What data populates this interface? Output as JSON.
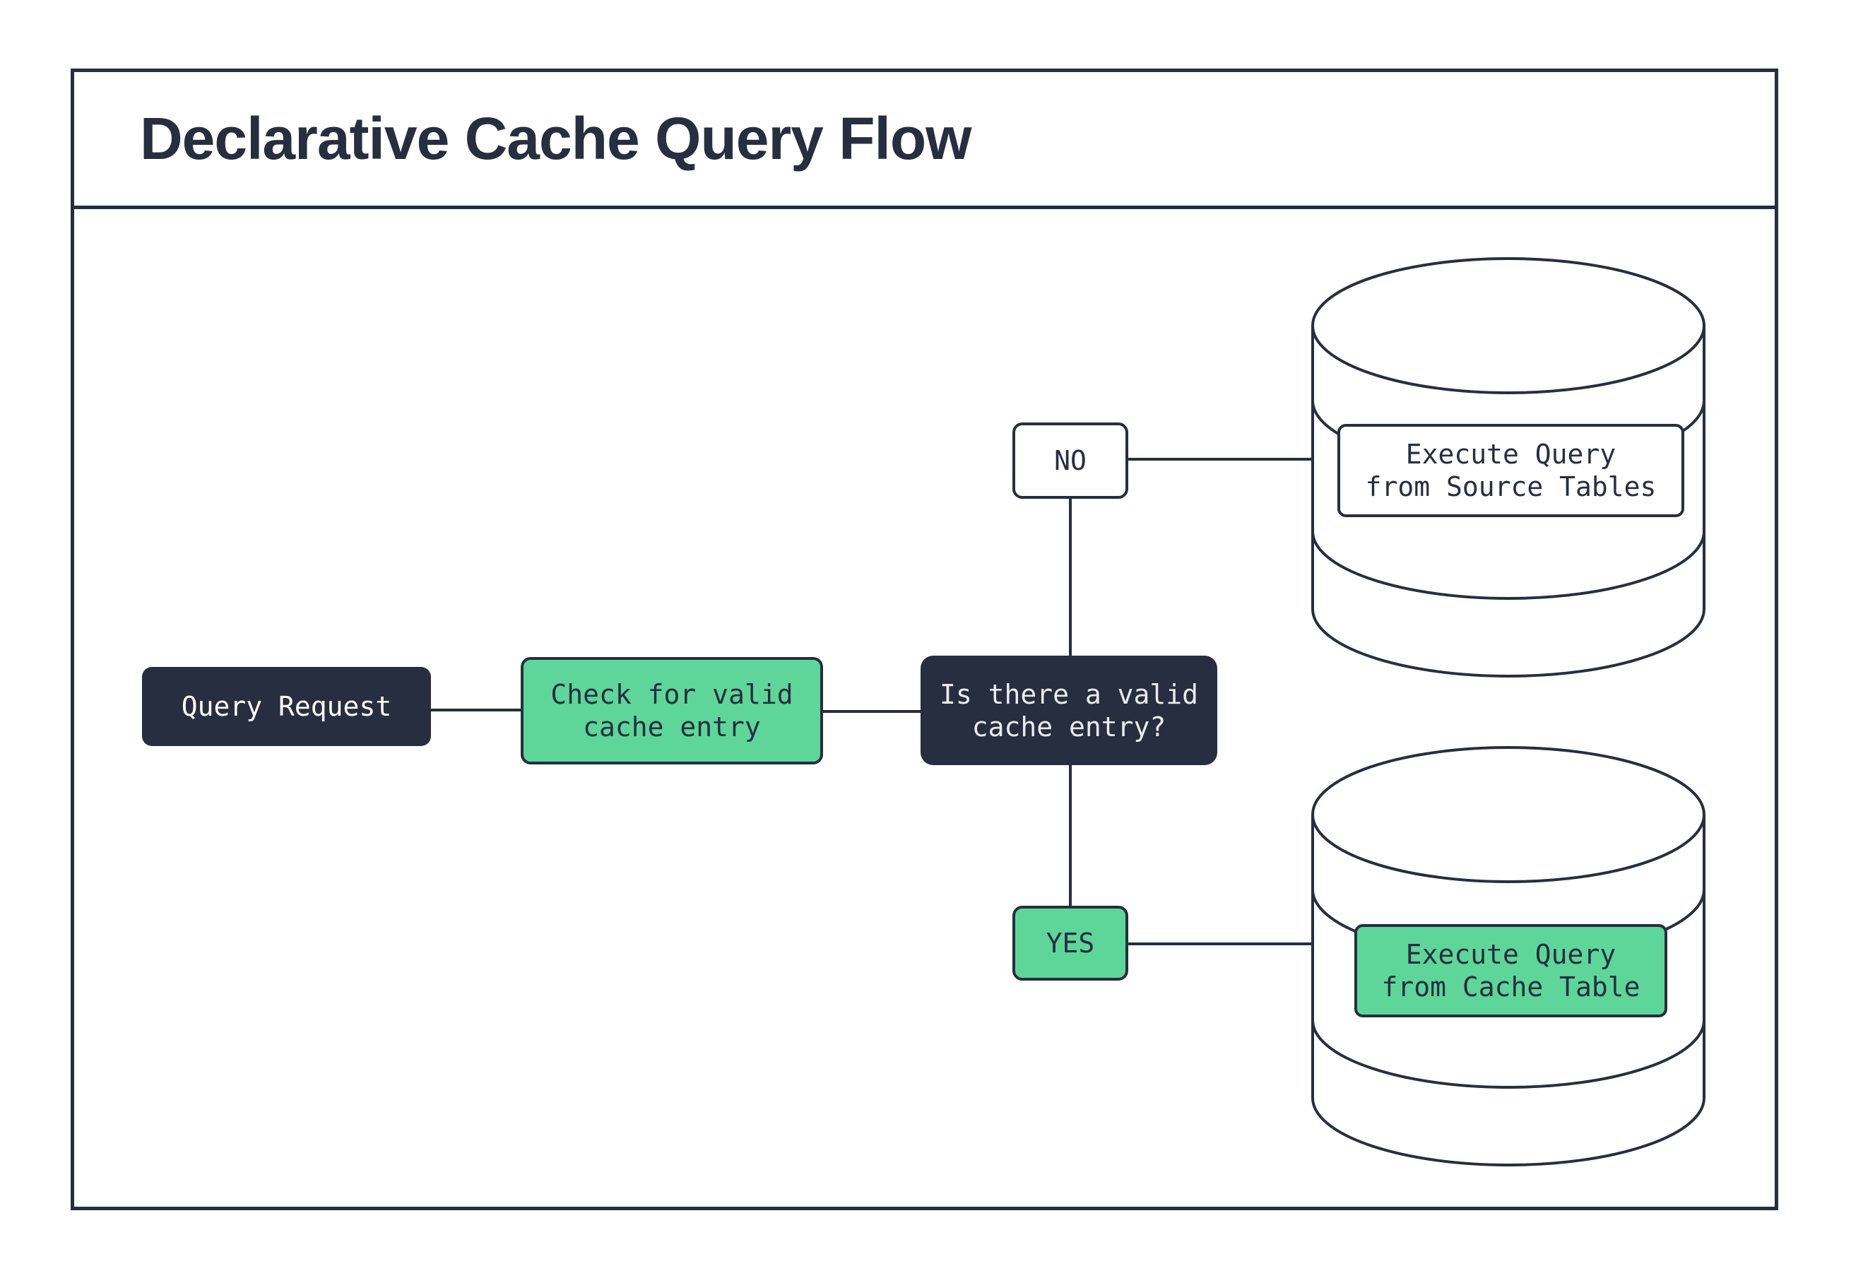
{
  "title": "Declarative Cache Query Flow",
  "colors": {
    "ink": "#272E3F",
    "green": "#5ED699",
    "paper": "#FFFFFF",
    "decision_text": "#E9EBEE"
  },
  "nodes": {
    "query_request": {
      "label": "Query Request"
    },
    "check_cache": {
      "label": "Check for valid\ncache entry"
    },
    "decision": {
      "label": "Is there a valid\ncache entry?"
    },
    "branch_no": {
      "label": "NO"
    },
    "branch_yes": {
      "label": "YES"
    },
    "source_db": {
      "label": "Execute Query\nfrom Source Tables"
    },
    "cache_db": {
      "label": "Execute Query\nfrom Cache Table"
    }
  }
}
